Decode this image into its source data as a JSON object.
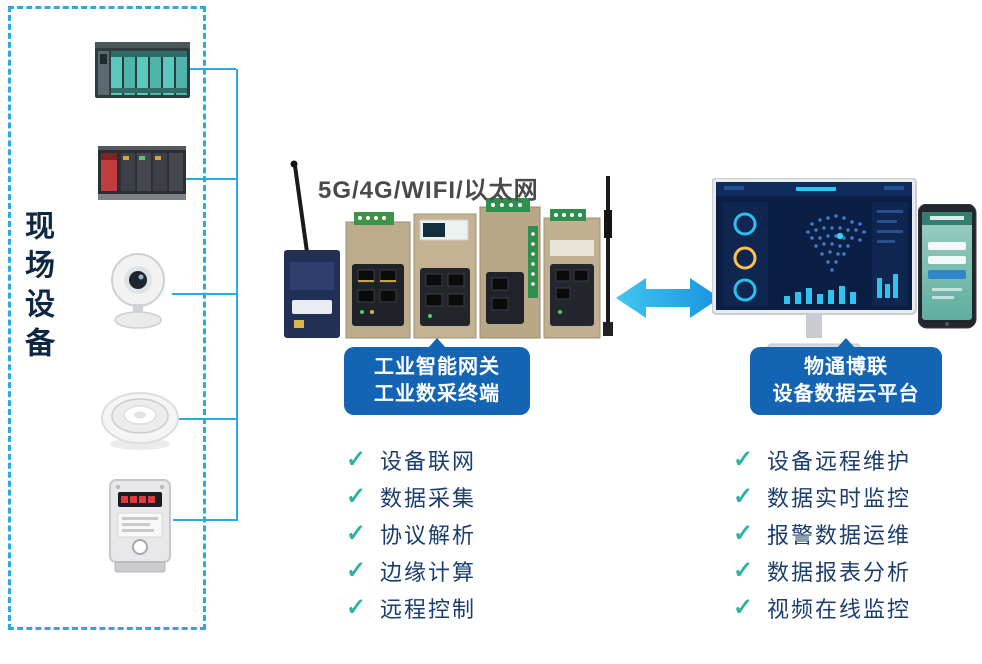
{
  "colors": {
    "accent_cyan": "#29abe2",
    "label_blue": "#1464b4",
    "check_teal": "#2fb3a0",
    "feature_text_navy": "#1c3e6e"
  },
  "checkmark": "✓",
  "left_panel": {
    "title": "现场设备"
  },
  "gateway": {
    "connectivity_title": "5G/4G/WIFI/以太网",
    "label_line1": "工业智能网关",
    "label_line2": "工业数采终端",
    "features": [
      "设备联网",
      "数据采集",
      "协议解析",
      "边缘计算",
      "远程控制"
    ]
  },
  "cloud": {
    "label_line1": "物通博联",
    "label_line2": "设备数据云平台",
    "features": [
      "设备远程维护",
      "数据实时监控",
      "报警数据运维",
      "数据报表分析",
      "视频在线监控"
    ]
  }
}
